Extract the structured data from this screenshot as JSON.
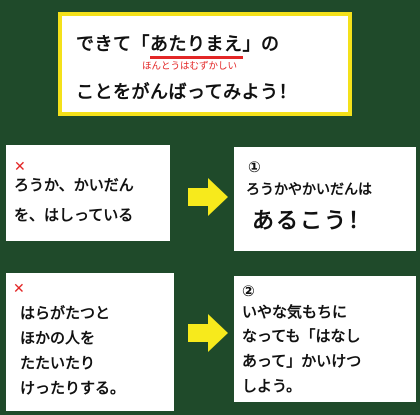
{
  "title": {
    "line1_before": "できて「",
    "line1_keyword": "あたりまえ",
    "line1_after": "」の",
    "ruby": "ほんとうはむずかしい",
    "line2": "ことをがんばってみよう！"
  },
  "rows": [
    {
      "wrong": {
        "mark": "✕",
        "lines": [
          "ろうか、かいだん",
          "を、はしっている"
        ]
      },
      "right": {
        "number": "①",
        "lines": [
          "ろうかやかいだんは",
          "あるこう！"
        ]
      }
    },
    {
      "wrong": {
        "mark": "✕",
        "lines": [
          "はらがたつと",
          "ほかの人を",
          "たたいたり",
          "けったりする。"
        ]
      },
      "right": {
        "number": "②",
        "lines": [
          "いやな気もちに",
          "なっても「はなし",
          "あって」かいけつ",
          "しよう。"
        ]
      }
    }
  ],
  "colors": {
    "board": "#1f4a2a",
    "title_border": "#f4e11a",
    "arrow": "#f7ea1c",
    "wrong_mark": "#e32626",
    "ruby": "#e32626"
  },
  "icons": {
    "wrong": "cross-mark-icon",
    "arrow": "right-arrow-icon"
  }
}
